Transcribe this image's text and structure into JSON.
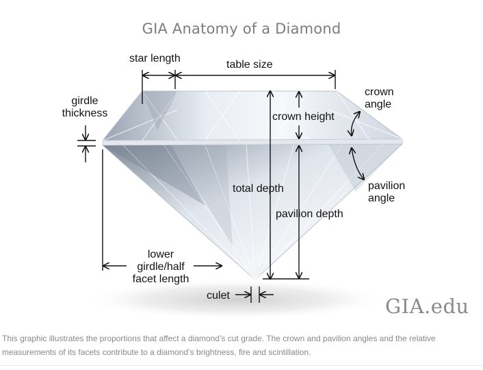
{
  "title": "GIA Anatomy of a Diamond",
  "labels": {
    "star_length": "star length",
    "table_size": "table size",
    "girdle_line1": "girdle",
    "girdle_line2": "thickness",
    "crown_angle_line1": "crown",
    "crown_angle_line2": "angle",
    "crown_height": "crown height",
    "total_depth": "total depth",
    "pavilion_angle_line1": "pavilion",
    "pavilion_angle_line2": "angle",
    "pavilion_depth": "pavilion depth",
    "lower_line1": "lower",
    "lower_line2": "girdle/half",
    "lower_line3": "facet length",
    "culet": "culet"
  },
  "logo": "GIA.edu",
  "caption": "This graphic illustrates the proportions that affect a diamond’s cut grade. The crown and pavilion angles and the relative measurements of its facets contribute to a diamond’s brightness, fire and scintillation.",
  "colors": {
    "title": "#7d7d7d",
    "label": "#111111",
    "caption": "#888888",
    "logo": "#8a8a8a"
  }
}
